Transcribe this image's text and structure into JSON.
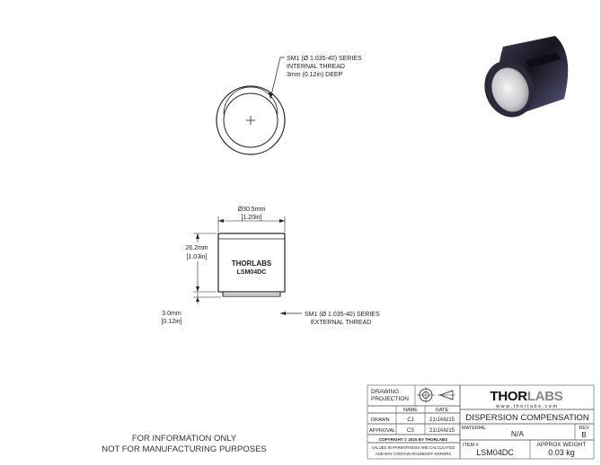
{
  "drawing": {
    "top_callout": {
      "line1": "SM1 (Ø 1.035-40) SERIES",
      "line2": "INTERNAL THREAD",
      "line3": "3mm (0.12in) DEEP"
    },
    "side_callout": {
      "line1": "SM1 (Ø 1.035-40) SERIES",
      "line2": "EXTERNAL THREAD"
    },
    "dim_diameter": {
      "mm": "Ø30.5mm",
      "in": "[1.20in]"
    },
    "dim_height": {
      "mm": "26.2mm",
      "in": "[1.03in]"
    },
    "dim_thread": {
      "mm": "3.0mm",
      "in": "[0.12in]"
    },
    "engraving": {
      "brand": "THORLABS",
      "part": "LSM04DC"
    }
  },
  "notice": {
    "line1": "FOR INFORMATION ONLY",
    "line2": "NOT FOR MANUFACTURING PURPOSES"
  },
  "title_block": {
    "projection_label_1": "DRAWING",
    "projection_label_2": "PROJECTION",
    "col_name": "NAME",
    "col_date": "DATE",
    "drawn_label": "DRAWN",
    "drawn_name": "CJ",
    "drawn_date": "21/JAN/15",
    "approval_label": "APPROVAL",
    "approval_name": "CS",
    "approval_date": "21/JAN/15",
    "copyright": "COPYRIGHT © 2015 BY THORLABS",
    "disclaimer_1": "VALUES IN PARENTHESIS ARE CALCULATED",
    "disclaimer_2": "AND MAY CONTAIN ROUNDOFF ERRORS",
    "logo_thor": "THOR",
    "logo_labs": "LABS",
    "website": "w w w . t h o r l a b s . c o m",
    "description": "DISPERSION COMPENSATION",
    "material_label": "MATERIAL",
    "material_value": "N/A",
    "rev_label": "REV",
    "rev_value": "B",
    "item_label": "ITEM #",
    "item_value": "LSM04DC",
    "weight_label": "APPROX WEIGHT",
    "weight_value": "0.03 kg"
  }
}
